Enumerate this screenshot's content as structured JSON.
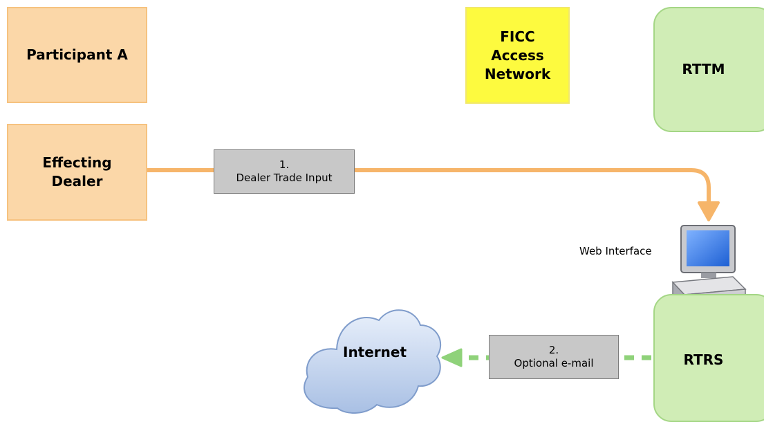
{
  "nodes": {
    "participant_a": "Participant A",
    "effecting_dealer": "Effecting\nDealer",
    "ficc_network": "FICC\nAccess\nNetwork",
    "rttm": "RTTM",
    "rtrs": "RTRS",
    "internet": "Internet"
  },
  "labels": {
    "web_interface": "Web Interface",
    "step1_number": "1.",
    "step1_text": "Dealer Trade Input",
    "step2_number": "2.",
    "step2_text": "Optional e-mail"
  },
  "colors": {
    "participant_fill": "#fbd7a8",
    "network_fill": "#fdfa3f",
    "system_fill": "#d0edb6",
    "trade_input_arrow": "#f6b56a",
    "email_arrow": "#8fd27a",
    "label_box_fill": "#c8c8c8",
    "cloud_fill": "#c7d7f0"
  },
  "icons": {
    "computer": "computer-icon",
    "cloud": "cloud-icon"
  }
}
